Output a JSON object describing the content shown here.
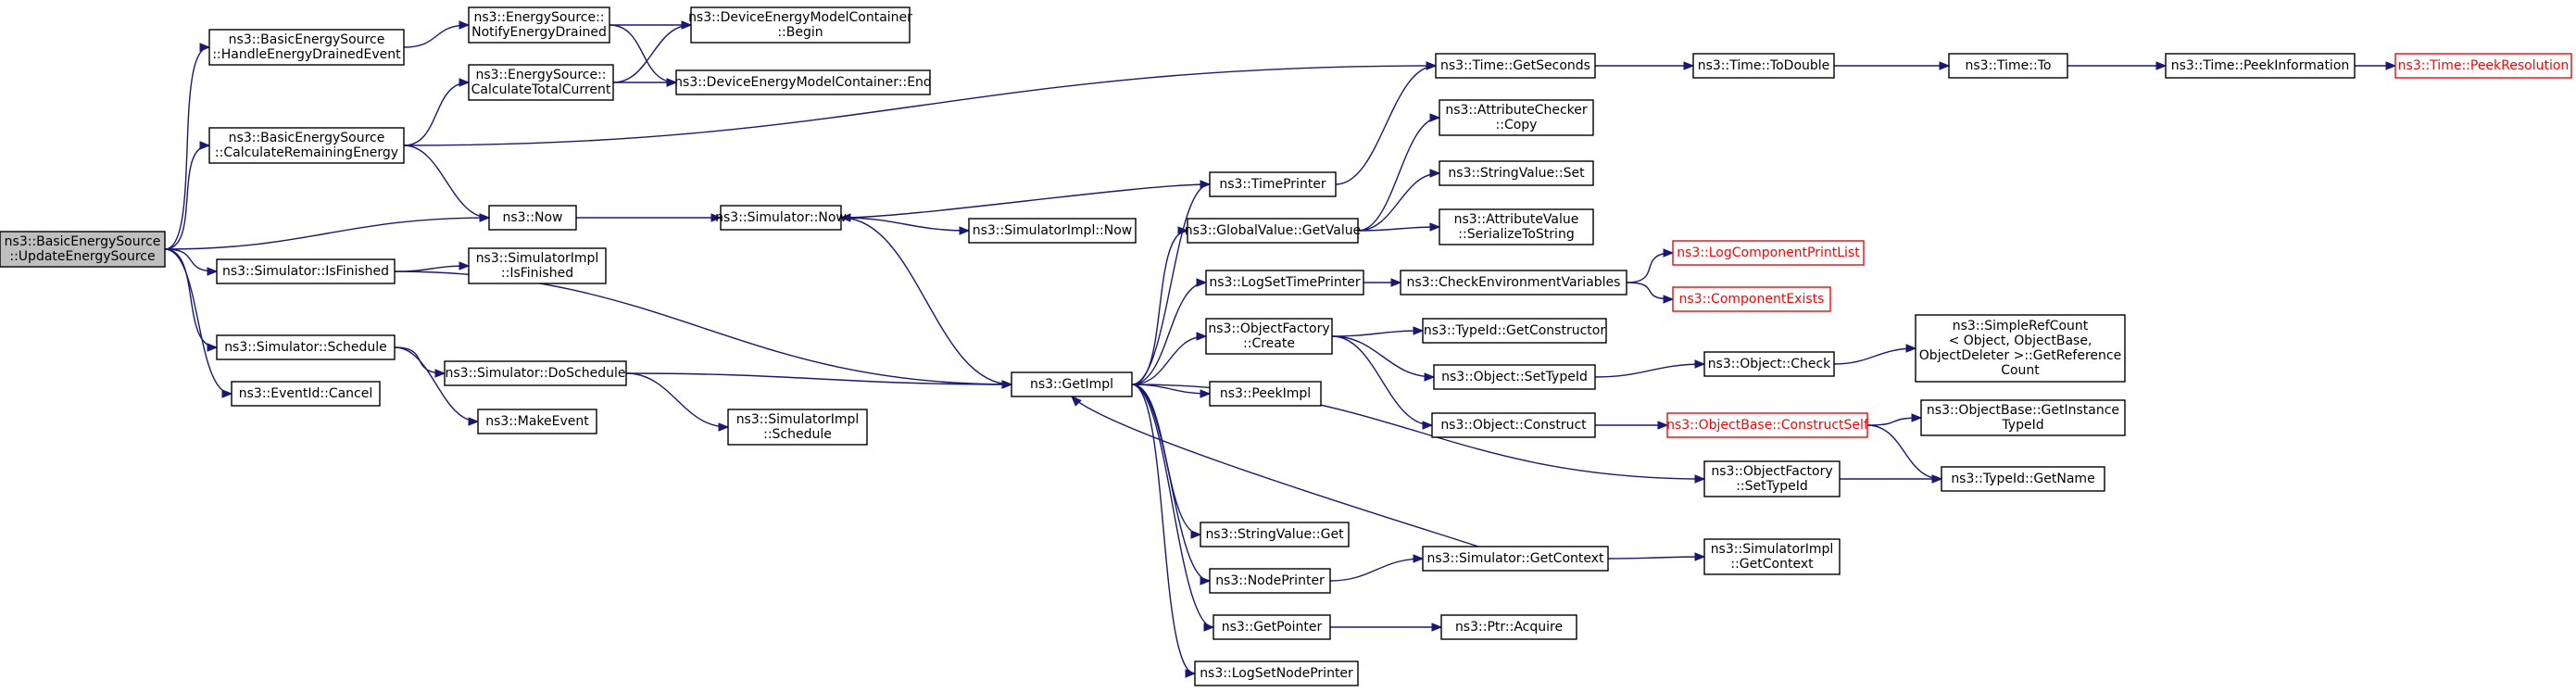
{
  "graph": {
    "direction": "left-to-right",
    "colors": {
      "edge": "#191970",
      "root_fill": "#bfbfbf",
      "node_border": "#000000",
      "truncated_border": "#ff0000"
    },
    "nodes": [
      {
        "id": "n0",
        "lines": [
          "ns3::BasicEnergySource",
          "::UpdateEnergySource"
        ],
        "style": "root"
      },
      {
        "id": "n1",
        "lines": [
          "ns3::BasicEnergySource",
          "::HandleEnergyDrainedEvent"
        ]
      },
      {
        "id": "n2",
        "lines": [
          "ns3::EnergySource::",
          "NotifyEnergyDrained"
        ]
      },
      {
        "id": "n3",
        "lines": [
          "ns3::DeviceEnergyModelContainer",
          "::Begin"
        ]
      },
      {
        "id": "n4",
        "lines": [
          "ns3::DeviceEnergyModelContainer::End"
        ]
      },
      {
        "id": "n5",
        "lines": [
          "ns3::BasicEnergySource",
          "::CalculateRemainingEnergy"
        ]
      },
      {
        "id": "n6",
        "lines": [
          "ns3::EnergySource::",
          "CalculateTotalCurrent"
        ]
      },
      {
        "id": "n7",
        "lines": [
          "ns3::Time::GetSeconds"
        ]
      },
      {
        "id": "n8",
        "lines": [
          "ns3::Time::ToDouble"
        ]
      },
      {
        "id": "n9",
        "lines": [
          "ns3::Time::To"
        ]
      },
      {
        "id": "n10",
        "lines": [
          "ns3::Time::PeekInformation"
        ]
      },
      {
        "id": "n11",
        "lines": [
          "ns3::Time::PeekResolution"
        ],
        "style": "truncated"
      },
      {
        "id": "n12",
        "lines": [
          "ns3::Now"
        ]
      },
      {
        "id": "n13",
        "lines": [
          "ns3::Simulator::Now"
        ]
      },
      {
        "id": "n14",
        "lines": [
          "ns3::SimulatorImpl::Now"
        ]
      },
      {
        "id": "n15",
        "lines": [
          "ns3::GetImpl"
        ]
      },
      {
        "id": "n16",
        "lines": [
          "ns3::TimePrinter"
        ]
      },
      {
        "id": "n17",
        "lines": [
          "ns3::AttributeChecker",
          "::Copy"
        ]
      },
      {
        "id": "n18",
        "lines": [
          "ns3::StringValue::Set"
        ]
      },
      {
        "id": "n19",
        "lines": [
          "ns3::GlobalValue::GetValue"
        ]
      },
      {
        "id": "n20",
        "lines": [
          "ns3::AttributeValue",
          "::SerializeToString"
        ]
      },
      {
        "id": "n21",
        "lines": [
          "ns3::Simulator::IsFinished"
        ]
      },
      {
        "id": "n22",
        "lines": [
          "ns3::SimulatorImpl",
          "::IsFinished"
        ]
      },
      {
        "id": "n23",
        "lines": [
          "ns3::LogSetTimePrinter"
        ]
      },
      {
        "id": "n24",
        "lines": [
          "ns3::CheckEnvironmentVariables"
        ]
      },
      {
        "id": "n25",
        "lines": [
          "ns3::LogComponentPrintList"
        ],
        "style": "truncated"
      },
      {
        "id": "n26",
        "lines": [
          "ns3::ComponentExists"
        ],
        "style": "truncated"
      },
      {
        "id": "n27",
        "lines": [
          "ns3::ObjectFactory",
          "::Create"
        ]
      },
      {
        "id": "n28",
        "lines": [
          "ns3::TypeId::GetConstructor"
        ]
      },
      {
        "id": "n29",
        "lines": [
          "ns3::Object::SetTypeId"
        ]
      },
      {
        "id": "n30",
        "lines": [
          "ns3::Object::Check"
        ]
      },
      {
        "id": "n31",
        "lines": [
          "ns3::SimpleRefCount",
          "< Object, ObjectBase,",
          " ObjectDeleter >::GetReference",
          "Count"
        ]
      },
      {
        "id": "n32",
        "lines": [
          "ns3::Simulator::Schedule"
        ]
      },
      {
        "id": "n33",
        "lines": [
          "ns3::Simulator::DoSchedule"
        ]
      },
      {
        "id": "n34",
        "lines": [
          "ns3::EventId::Cancel"
        ]
      },
      {
        "id": "n35",
        "lines": [
          "ns3::PeekImpl"
        ]
      },
      {
        "id": "n36",
        "lines": [
          "ns3::Object::Construct"
        ]
      },
      {
        "id": "n37",
        "lines": [
          "ns3::ObjectBase::ConstructSelf"
        ],
        "style": "truncated"
      },
      {
        "id": "n38",
        "lines": [
          "ns3::ObjectBase::GetInstance",
          "TypeId"
        ]
      },
      {
        "id": "n39",
        "lines": [
          "ns3::MakeEvent"
        ]
      },
      {
        "id": "n40",
        "lines": [
          "ns3::SimulatorImpl",
          "::Schedule"
        ]
      },
      {
        "id": "n41",
        "lines": [
          "ns3::ObjectFactory",
          "::SetTypeId"
        ]
      },
      {
        "id": "n42",
        "lines": [
          "ns3::TypeId::GetName"
        ]
      },
      {
        "id": "n43",
        "lines": [
          "ns3::StringValue::Get"
        ]
      },
      {
        "id": "n44",
        "lines": [
          "ns3::NodePrinter"
        ]
      },
      {
        "id": "n45",
        "lines": [
          "ns3::Simulator::GetContext"
        ]
      },
      {
        "id": "n46",
        "lines": [
          "ns3::SimulatorImpl",
          "::GetContext"
        ]
      },
      {
        "id": "n47",
        "lines": [
          "ns3::GetPointer"
        ]
      },
      {
        "id": "n48",
        "lines": [
          "ns3::Ptr::Acquire"
        ]
      },
      {
        "id": "n49",
        "lines": [
          "ns3::LogSetNodePrinter"
        ]
      }
    ],
    "edges": [
      {
        "from": "n0",
        "to": "n1"
      },
      {
        "from": "n0",
        "to": "n5"
      },
      {
        "from": "n0",
        "to": "n12"
      },
      {
        "from": "n0",
        "to": "n21"
      },
      {
        "from": "n0",
        "to": "n32"
      },
      {
        "from": "n0",
        "to": "n34"
      },
      {
        "from": "n1",
        "to": "n2"
      },
      {
        "from": "n2",
        "to": "n3"
      },
      {
        "from": "n2",
        "to": "n4"
      },
      {
        "from": "n5",
        "to": "n6"
      },
      {
        "from": "n5",
        "to": "n7"
      },
      {
        "from": "n5",
        "to": "n12"
      },
      {
        "from": "n6",
        "to": "n3"
      },
      {
        "from": "n6",
        "to": "n4"
      },
      {
        "from": "n7",
        "to": "n8"
      },
      {
        "from": "n8",
        "to": "n9"
      },
      {
        "from": "n9",
        "to": "n10"
      },
      {
        "from": "n10",
        "to": "n11"
      },
      {
        "from": "n12",
        "to": "n13"
      },
      {
        "from": "n13",
        "to": "n14"
      },
      {
        "from": "n13",
        "to": "n15"
      },
      {
        "from": "n21",
        "to": "n22"
      },
      {
        "from": "n21",
        "to": "n15"
      },
      {
        "from": "n32",
        "to": "n33"
      },
      {
        "from": "n32",
        "to": "n39"
      },
      {
        "from": "n33",
        "to": "n15"
      },
      {
        "from": "n33",
        "to": "n40"
      },
      {
        "from": "n15",
        "to": "n16"
      },
      {
        "from": "n15",
        "to": "n19"
      },
      {
        "from": "n15",
        "to": "n23"
      },
      {
        "from": "n15",
        "to": "n27"
      },
      {
        "from": "n15",
        "to": "n35"
      },
      {
        "from": "n15",
        "to": "n41"
      },
      {
        "from": "n15",
        "to": "n43"
      },
      {
        "from": "n15",
        "to": "n44"
      },
      {
        "from": "n15",
        "to": "n47"
      },
      {
        "from": "n15",
        "to": "n49"
      },
      {
        "from": "n16",
        "to": "n7"
      },
      {
        "from": "n16",
        "to": "n13"
      },
      {
        "from": "n19",
        "to": "n17"
      },
      {
        "from": "n19",
        "to": "n18"
      },
      {
        "from": "n19",
        "to": "n20"
      },
      {
        "from": "n23",
        "to": "n24"
      },
      {
        "from": "n24",
        "to": "n25"
      },
      {
        "from": "n24",
        "to": "n26"
      },
      {
        "from": "n27",
        "to": "n28"
      },
      {
        "from": "n27",
        "to": "n29"
      },
      {
        "from": "n27",
        "to": "n36"
      },
      {
        "from": "n29",
        "to": "n30"
      },
      {
        "from": "n30",
        "to": "n31"
      },
      {
        "from": "n36",
        "to": "n37"
      },
      {
        "from": "n37",
        "to": "n38"
      },
      {
        "from": "n37",
        "to": "n42"
      },
      {
        "from": "n41",
        "to": "n42"
      },
      {
        "from": "n44",
        "to": "n45"
      },
      {
        "from": "n45",
        "to": "n46"
      },
      {
        "from": "n45",
        "to": "n15"
      },
      {
        "from": "n47",
        "to": "n48"
      }
    ]
  }
}
